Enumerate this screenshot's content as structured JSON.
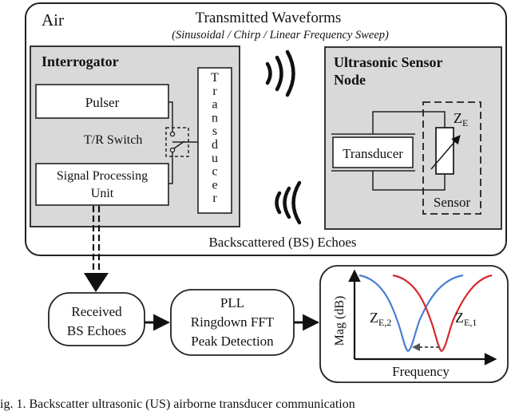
{
  "air_region": {
    "label": "Air",
    "title": "Transmitted Waveforms",
    "subtitle": "(Sinusoidal / Chirp / Linear Frequency Sweep)",
    "bottom_label": "Backscattered (BS) Echoes"
  },
  "interrogator": {
    "title": "Interrogator",
    "pulser": "Pulser",
    "tr_switch": "T/R Switch",
    "signal_processing_line1": "Signal Processing",
    "signal_processing_line2": "Unit",
    "transducer_letters": [
      "T",
      "r",
      "a",
      "n",
      "s",
      "d",
      "u",
      "c",
      "e",
      "r"
    ]
  },
  "sensor_node": {
    "title_line1": "Ultrasonic Sensor",
    "title_line2": "Node",
    "transducer": "Transducer",
    "impedance_symbol": "Z",
    "impedance_sub": "E",
    "sensor_label": "Sensor"
  },
  "pipeline": {
    "received_line1": "Received",
    "received_line2": "BS Echoes",
    "pll_line1": "PLL",
    "pll_line2": "Ringdown FFT",
    "pll_line3": "Peak Detection"
  },
  "plot": {
    "ylabel": "Mag (dB)",
    "xlabel": "Frequency",
    "curve_blue": {
      "symbol": "Z",
      "sub": "E,2",
      "color": "#4a7fd4"
    },
    "curve_red": {
      "symbol": "Z",
      "sub": "E,1",
      "color": "#d6282c"
    }
  },
  "caption": "ig. 1. Backscatter ultrasonic (US) airborne transducer communication"
}
